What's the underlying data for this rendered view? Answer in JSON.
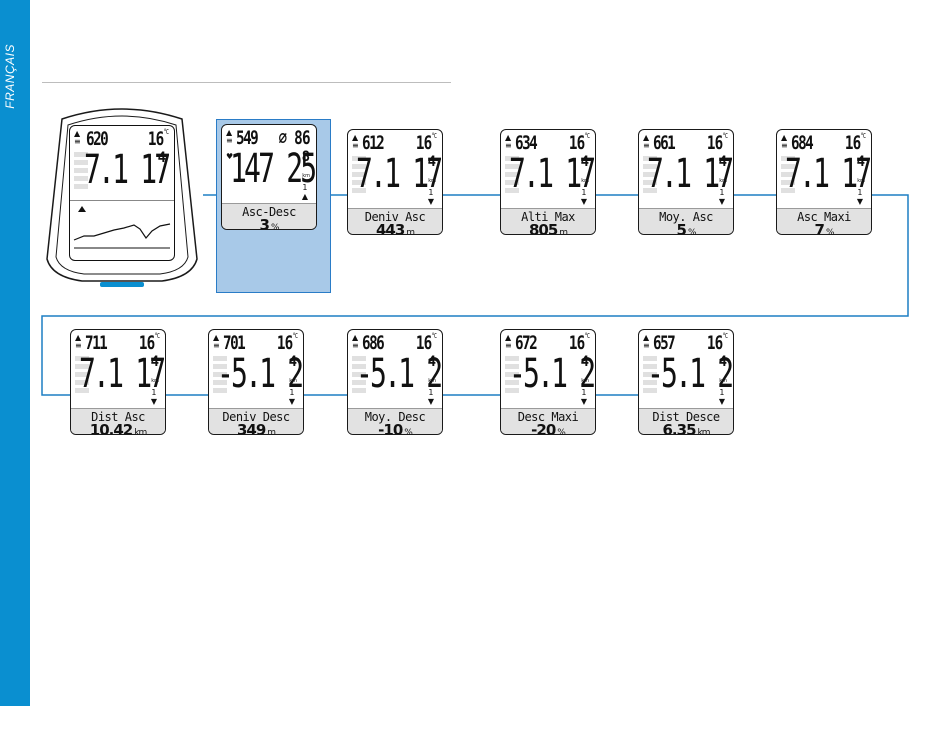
{
  "page": {
    "sidebar_label": "FRANÇAIS"
  },
  "device": {
    "altitude": "620",
    "temperature": "16",
    "temp_unit": "°C",
    "speed": "7.1 17",
    "speed_sup": "4"
  },
  "highlight": {
    "altitude": "549",
    "extra": "86",
    "speed": "147 25",
    "speed_sup": "8",
    "label": "Asc-Desc",
    "value": "3",
    "unit": "%"
  },
  "screens": [
    {
      "altitude": "612",
      "temp": "16",
      "speed": "7.1 17",
      "speed_sup": "4",
      "label": "Deniv Asc",
      "value": "443",
      "unit": "m"
    },
    {
      "altitude": "634",
      "temp": "16",
      "speed": "7.1 17",
      "speed_sup": "4",
      "label": "Alti Max",
      "value": "805",
      "unit": "m"
    },
    {
      "altitude": "661",
      "temp": "16",
      "speed": "7.1 17",
      "speed_sup": "4",
      "label": "Moy. Asc",
      "value": "5",
      "unit": "%"
    },
    {
      "altitude": "684",
      "temp": "16",
      "speed": "7.1 17",
      "speed_sup": "4",
      "label": "Asc Maxi",
      "value": "7",
      "unit": "%"
    },
    {
      "altitude": "711",
      "temp": "16",
      "speed": "7.1 17",
      "speed_sup": "4",
      "label": "Dist Asc",
      "value": "10.42",
      "unit": "km"
    },
    {
      "altitude": "701",
      "temp": "16",
      "speed": "-5.1 27",
      "speed_sup": "4",
      "label": "Deniv Desc",
      "value": "349",
      "unit": "m"
    },
    {
      "altitude": "686",
      "temp": "16",
      "speed": "-5.1 27",
      "speed_sup": "4",
      "label": "Moy. Desc",
      "value": "-10",
      "unit": "%"
    },
    {
      "altitude": "672",
      "temp": "16",
      "speed": "-5.1 27",
      "speed_sup": "4",
      "label": "Desc Maxi",
      "value": "-20",
      "unit": "%"
    },
    {
      "altitude": "657",
      "temp": "16",
      "speed": "-5.1 27",
      "speed_sup": "4",
      "label": "Dist Desce",
      "value": "6.35",
      "unit": "km"
    }
  ],
  "colors": {
    "accent": "#0a8fd0",
    "highlight": "#a8c9e8",
    "connector": "#1d7fc4"
  }
}
